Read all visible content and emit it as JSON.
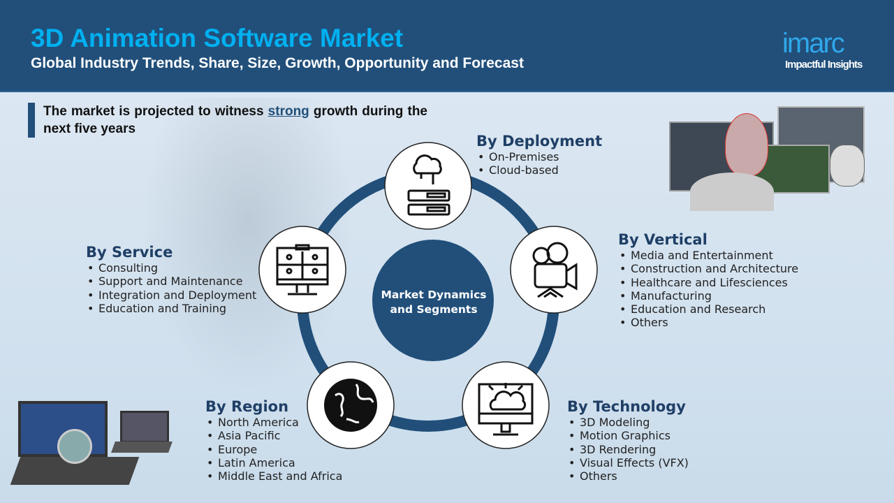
{
  "header": {
    "title": "3D Animation Software Market",
    "subtitle": "Global Industry Trends, Share, Size, Growth, Opportunity and Forecast",
    "logo": "imarc",
    "tagline": "Impactful Insights"
  },
  "lead": {
    "text_before": "The market is projected to witness ",
    "highlight": "strong",
    "text_after": " growth during the next five years"
  },
  "center": {
    "label": "Market Dynamics and Segments"
  },
  "segments": {
    "deployment": {
      "title": "By Deployment",
      "icon": "cloud-server-icon",
      "items": [
        "On-Premises",
        "Cloud-based"
      ]
    },
    "vertical": {
      "title": "By Vertical",
      "icon": "movie-camera-icon",
      "items": [
        "Media and Entertainment",
        "Construction and Architecture",
        "Healthcare and Lifesciences",
        "Manufacturing",
        "Education and Research",
        "Others"
      ]
    },
    "technology": {
      "title": "By Technology",
      "icon": "monitor-graphics-icon",
      "items": [
        "3D Modeling",
        "Motion Graphics",
        "3D Rendering",
        "Visual Effects (VFX)",
        "Others"
      ]
    },
    "region": {
      "title": "By Region",
      "icon": "globe-icon",
      "items": [
        "North America",
        "Asia Pacific",
        "Europe",
        "Latin America",
        "Middle East and Africa"
      ]
    },
    "service": {
      "title": "By Service",
      "icon": "video-conference-icon",
      "items": [
        "Consulting",
        "Support and Maintenance",
        "Integration and Deployment",
        "Education and Training"
      ]
    }
  },
  "colors": {
    "primary": "#214f7a",
    "accent": "#00b0f0",
    "heading": "#1f3f66"
  }
}
